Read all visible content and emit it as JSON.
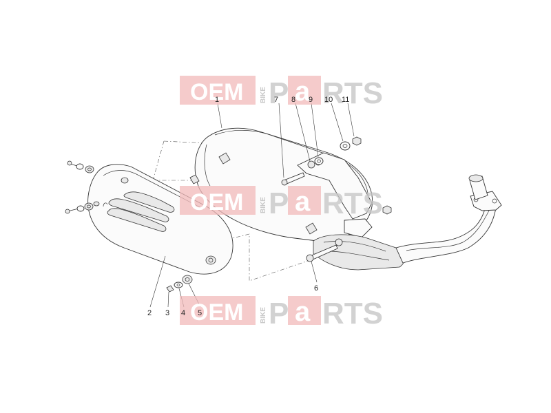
{
  "watermark": {
    "oem": "OEM",
    "bike": "BIKE",
    "p": "P",
    "a": "a",
    "rts": "RTS",
    "accent_color": "#f2b9b9"
  },
  "callouts": {
    "c1": "1",
    "c2": "2",
    "c3": "3",
    "c4": "4",
    "c5": "5",
    "c6": "6",
    "c7": "7",
    "c8": "8",
    "c9": "9",
    "c10": "10",
    "c11": "11"
  }
}
